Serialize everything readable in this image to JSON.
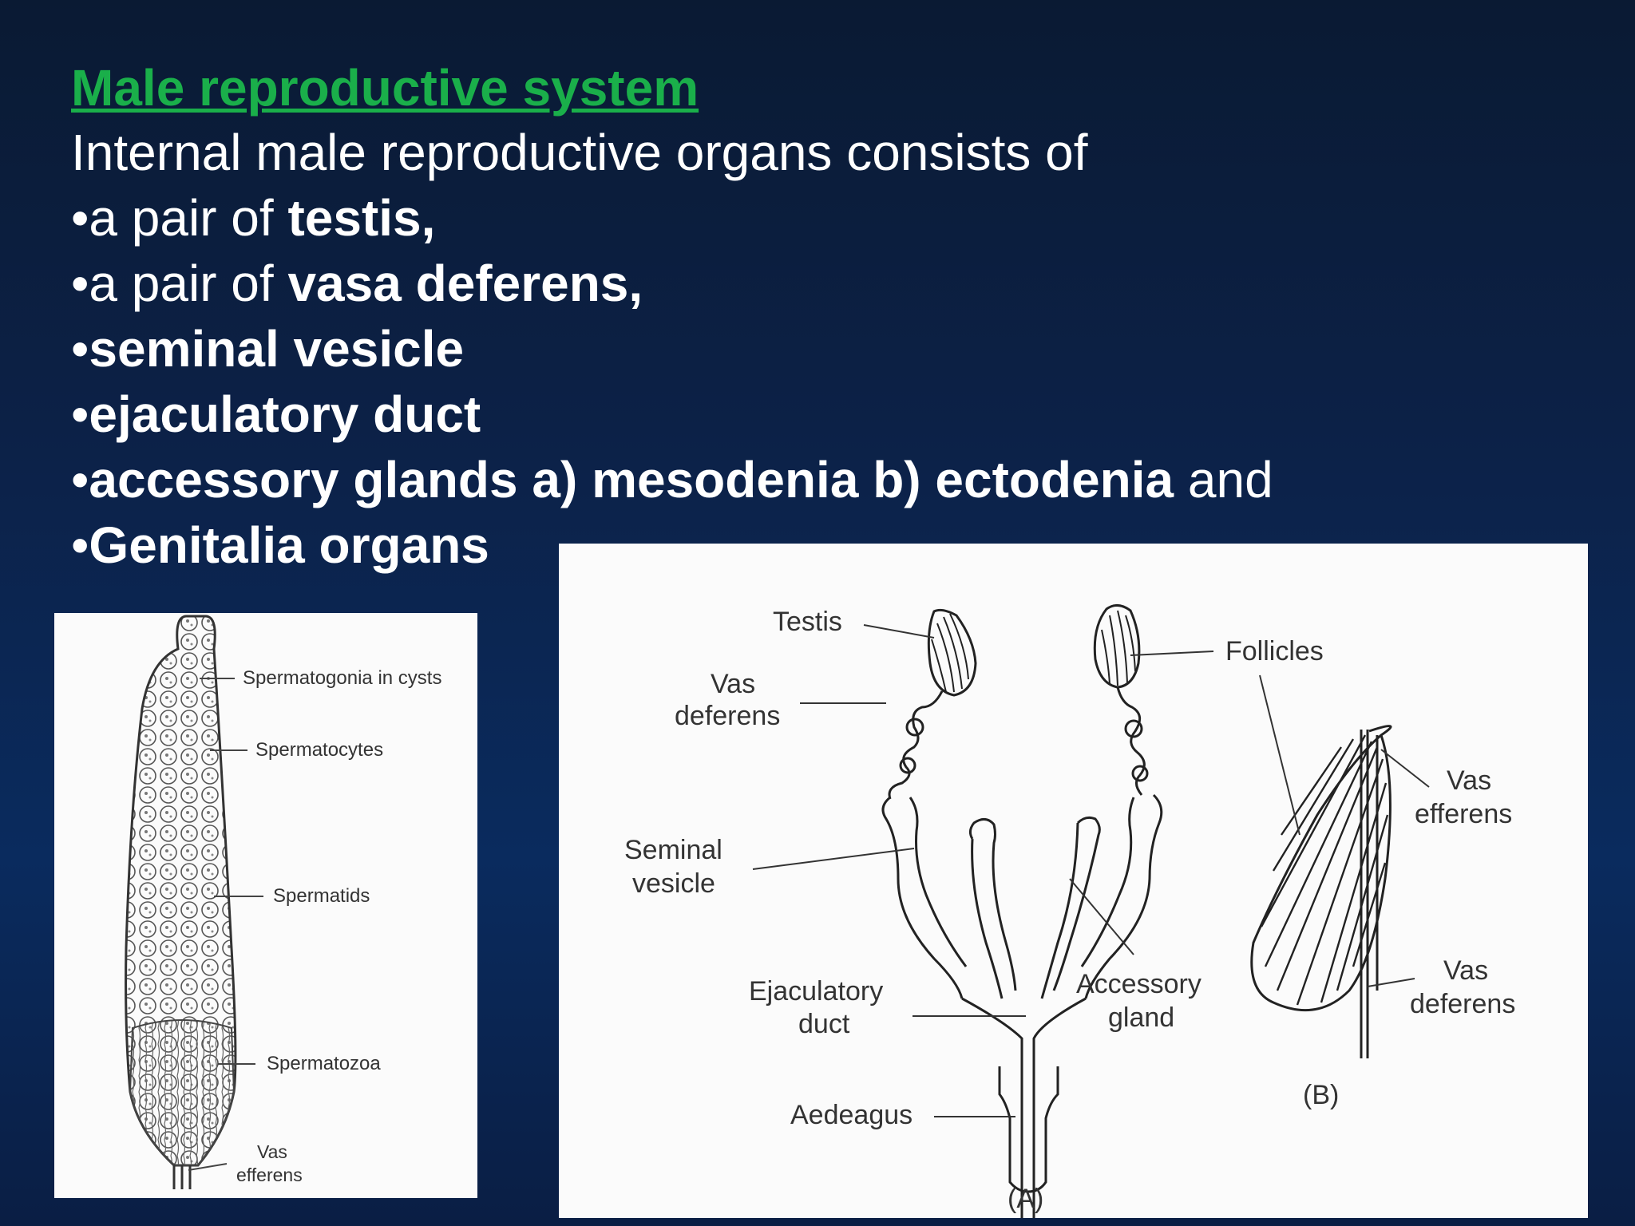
{
  "slide": {
    "title": "Male reproductive system",
    "intro": "Internal male reproductive organs consists of",
    "bullets": [
      {
        "prefix": "•a pair of ",
        "bold": "testis,",
        "suffix": ""
      },
      {
        "prefix": "•a pair of ",
        "bold": "vasa deferens,",
        "suffix": ""
      },
      {
        "prefix": "•",
        "bold": "seminal vesicle",
        "suffix": ""
      },
      {
        "prefix": "•",
        "bold": "ejaculatory duct",
        "suffix": ""
      },
      {
        "prefix": "•",
        "bold": "accessory glands a) mesodenia b) ectodenia",
        "suffix": " and"
      },
      {
        "prefix": "•",
        "bold": "Genitalia organs",
        "suffix": ""
      }
    ]
  },
  "figure_left": {
    "labels": {
      "spermatogonia": "Spermatogonia in cysts",
      "spermatocytes": "Spermatocytes",
      "spermatids": "Spermatids",
      "spermatozoa": "Spermatozoa",
      "vas_efferens_1": "Vas",
      "vas_efferens_2": "efferens"
    }
  },
  "figure_right": {
    "labels": {
      "testis": "Testis",
      "vas_deferens_1": "Vas",
      "vas_deferens_2": "deferens",
      "seminal_1": "Seminal",
      "seminal_2": "vesicle",
      "ejaculatory_1": "Ejaculatory",
      "ejaculatory_2": "duct",
      "aedeagus": "Aedeagus",
      "panel_a": "(A)",
      "follicles": "Follicles",
      "accessory_1": "Accessory",
      "accessory_2": "gland",
      "vas_eff_1": "Vas",
      "vas_eff_2": "efferens",
      "vas_def_b_1": "Vas",
      "vas_def_b_2": "deferens",
      "panel_b": "(B)"
    }
  }
}
